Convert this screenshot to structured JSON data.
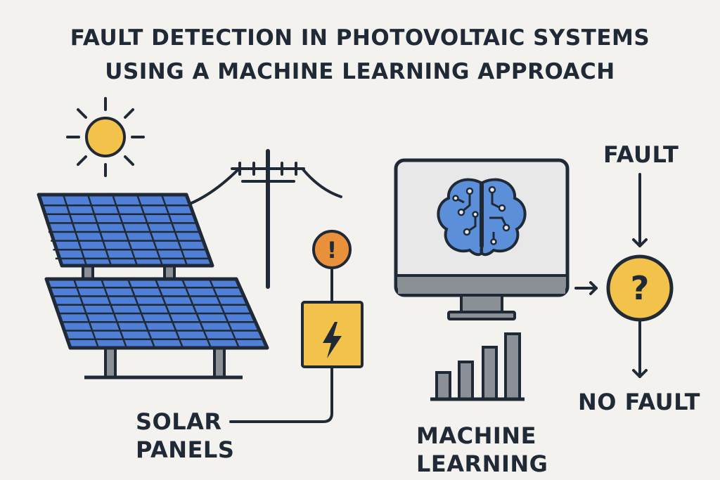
{
  "title": {
    "line1": "FAULT DETECTION IN PHOTOVOLTAIC SYSTEMS",
    "line2": "USING A MACHINE LEARNING APPROACH"
  },
  "labels": {
    "solar_line1": "SOLAR",
    "solar_line2": "PANELS",
    "ml_line1": "MACHINE",
    "ml_line2": "LEARNING",
    "fault": "FAULT",
    "no_fault": "NO FAULT"
  },
  "glyphs": {
    "alert": "!",
    "question": "?"
  },
  "colors": {
    "background": "#f4f2ee",
    "outline": "#1f2a36",
    "sun": "#f3c24a",
    "panel": "#4f7fd6",
    "alert": "#e8903a",
    "brain": "#5b8fd9",
    "screen": "#e8e8e8",
    "metal": "#8a9096",
    "decision": "#f3c24a"
  },
  "icons": [
    "sun-icon",
    "solar-panel-icon",
    "power-pole-icon",
    "alert-icon",
    "lightning-box-icon",
    "monitor-icon",
    "brain-icon",
    "bar-chart-icon",
    "arrow-icon",
    "question-icon"
  ]
}
